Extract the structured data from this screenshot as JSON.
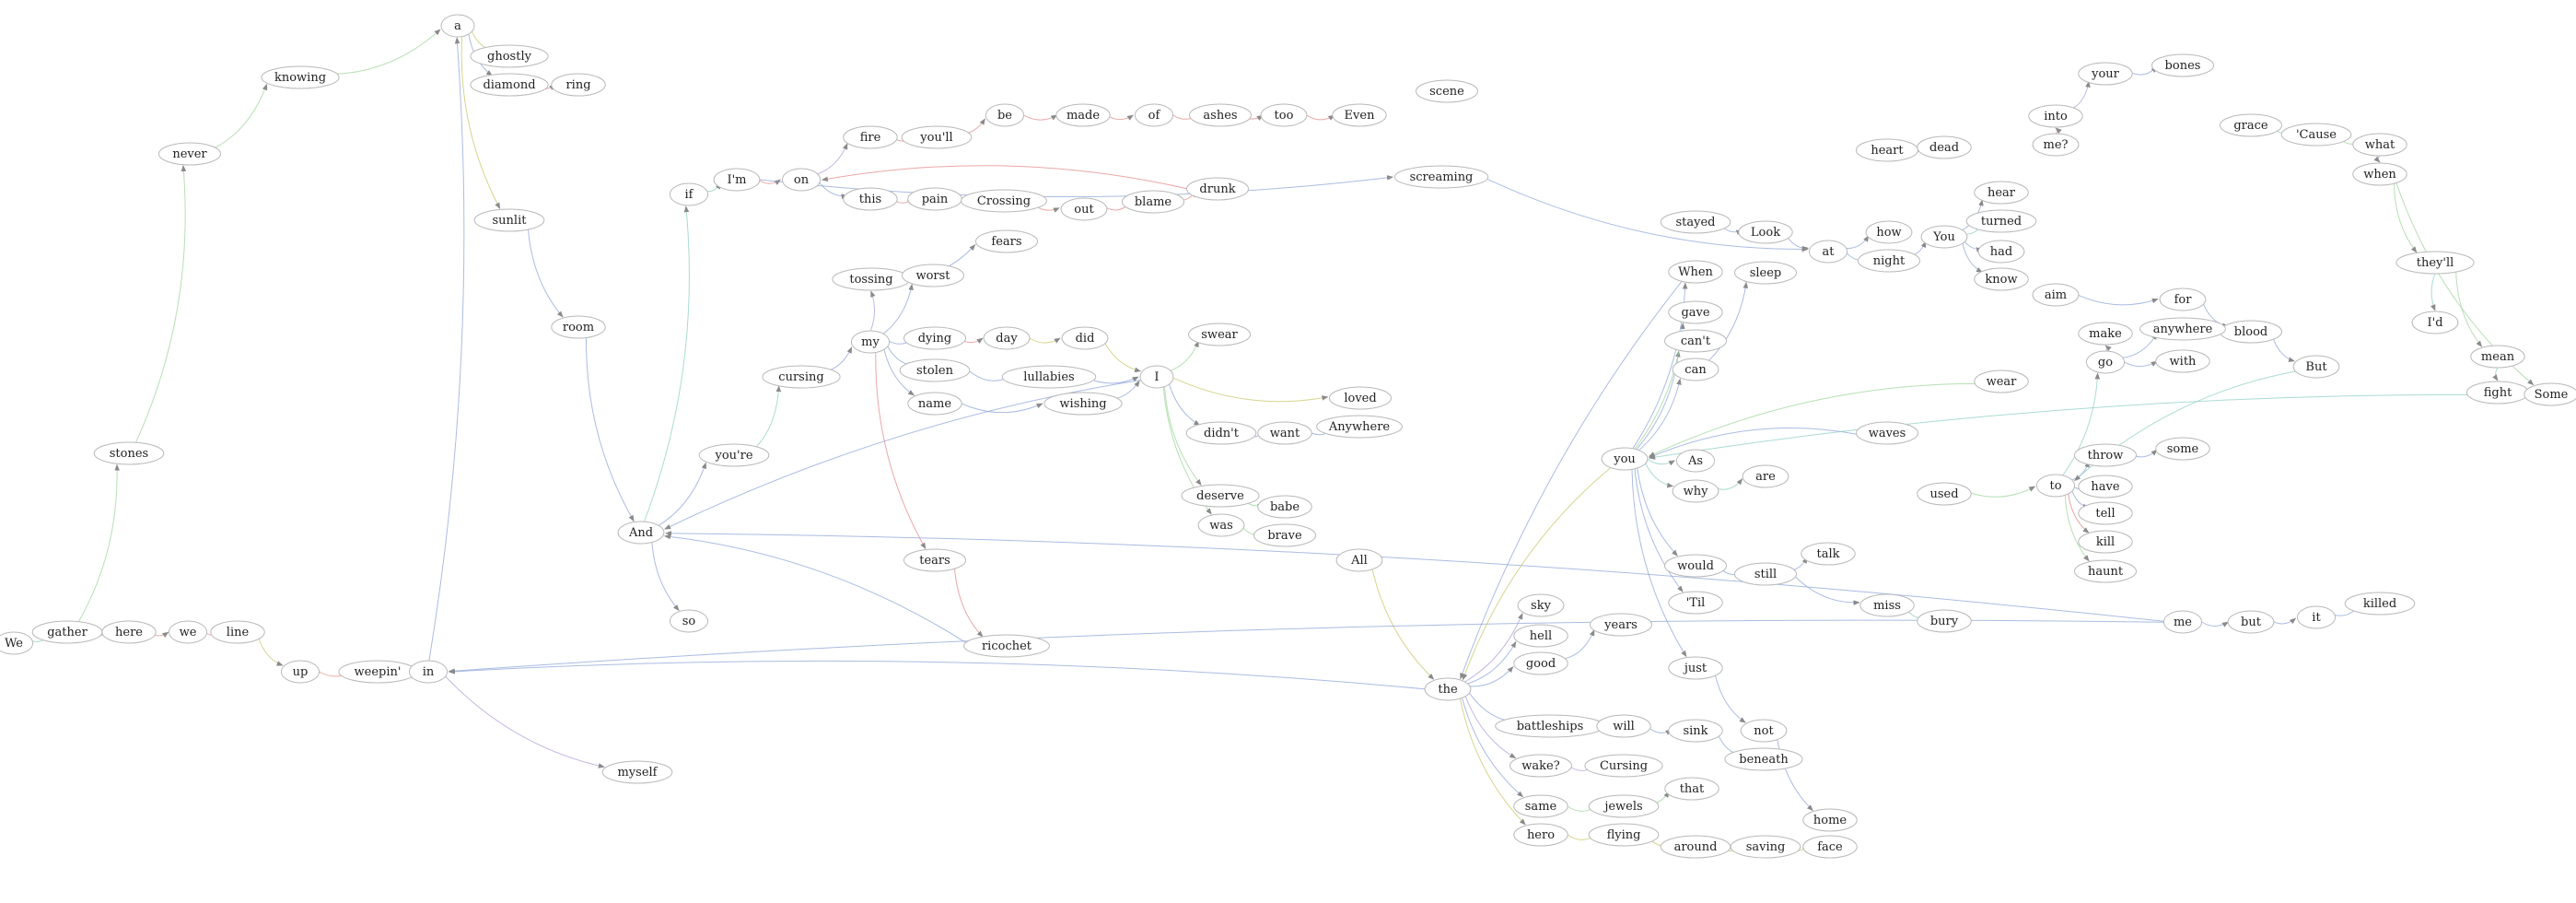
{
  "nodes": [
    {
      "id": "We",
      "label": "We"
    },
    {
      "id": "gather",
      "label": "gather"
    },
    {
      "id": "here",
      "label": "here"
    },
    {
      "id": "we",
      "label": "we"
    },
    {
      "id": "line",
      "label": "line"
    },
    {
      "id": "up",
      "label": "up"
    },
    {
      "id": "weepin",
      "label": "weepin'"
    },
    {
      "id": "in",
      "label": "in"
    },
    {
      "id": "myself",
      "label": "myself"
    },
    {
      "id": "stones",
      "label": "stones"
    },
    {
      "id": "never",
      "label": "never"
    },
    {
      "id": "knowing",
      "label": "knowing"
    },
    {
      "id": "a",
      "label": "a"
    },
    {
      "id": "ghostly",
      "label": "ghostly"
    },
    {
      "id": "diamond",
      "label": "diamond"
    },
    {
      "id": "ring",
      "label": "ring"
    },
    {
      "id": "sunlit",
      "label": "sunlit"
    },
    {
      "id": "room",
      "label": "room"
    },
    {
      "id": "And",
      "label": "And"
    },
    {
      "id": "so",
      "label": "so"
    },
    {
      "id": "if",
      "label": "if"
    },
    {
      "id": "Im",
      "label": "I'm"
    },
    {
      "id": "on",
      "label": "on"
    },
    {
      "id": "fire",
      "label": "fire"
    },
    {
      "id": "youll",
      "label": "you'll"
    },
    {
      "id": "be",
      "label": "be"
    },
    {
      "id": "made",
      "label": "made"
    },
    {
      "id": "of",
      "label": "of"
    },
    {
      "id": "ashes",
      "label": "ashes"
    },
    {
      "id": "too",
      "label": "too"
    },
    {
      "id": "Even",
      "label": "Even"
    },
    {
      "id": "scene",
      "label": "scene"
    },
    {
      "id": "screaming",
      "label": "screaming"
    },
    {
      "id": "this",
      "label": "this"
    },
    {
      "id": "pain",
      "label": "pain"
    },
    {
      "id": "Crossing",
      "label": "Crossing"
    },
    {
      "id": "out",
      "label": "out"
    },
    {
      "id": "blame",
      "label": "blame"
    },
    {
      "id": "drunk",
      "label": "drunk"
    },
    {
      "id": "fears",
      "label": "fears"
    },
    {
      "id": "tossing",
      "label": "tossing"
    },
    {
      "id": "worst",
      "label": "worst"
    },
    {
      "id": "my",
      "label": "my"
    },
    {
      "id": "dying",
      "label": "dying"
    },
    {
      "id": "day",
      "label": "day"
    },
    {
      "id": "did",
      "label": "did"
    },
    {
      "id": "swear",
      "label": "swear"
    },
    {
      "id": "stolen",
      "label": "stolen"
    },
    {
      "id": "lullabies",
      "label": "lullabies"
    },
    {
      "id": "I",
      "label": "I"
    },
    {
      "id": "cursing",
      "label": "cursing"
    },
    {
      "id": "name",
      "label": "name"
    },
    {
      "id": "wishing",
      "label": "wishing"
    },
    {
      "id": "loved",
      "label": "loved"
    },
    {
      "id": "didnt",
      "label": "didn't"
    },
    {
      "id": "want",
      "label": "want"
    },
    {
      "id": "Anywhere",
      "label": "Anywhere"
    },
    {
      "id": "youre",
      "label": "you're"
    },
    {
      "id": "deserve",
      "label": "deserve"
    },
    {
      "id": "babe",
      "label": "babe"
    },
    {
      "id": "was",
      "label": "was"
    },
    {
      "id": "brave",
      "label": "brave"
    },
    {
      "id": "tears",
      "label": "tears"
    },
    {
      "id": "All",
      "label": "All"
    },
    {
      "id": "ricochet",
      "label": "ricochet"
    },
    {
      "id": "the",
      "label": "the"
    },
    {
      "id": "sky",
      "label": "sky"
    },
    {
      "id": "hell",
      "label": "hell"
    },
    {
      "id": "good",
      "label": "good"
    },
    {
      "id": "years",
      "label": "years"
    },
    {
      "id": "battleships",
      "label": "battleships"
    },
    {
      "id": "will",
      "label": "will"
    },
    {
      "id": "sink",
      "label": "sink"
    },
    {
      "id": "beneath",
      "label": "beneath"
    },
    {
      "id": "wake",
      "label": "wake?"
    },
    {
      "id": "Cursing",
      "label": "Cursing"
    },
    {
      "id": "same",
      "label": "same"
    },
    {
      "id": "jewels",
      "label": "jewels"
    },
    {
      "id": "that",
      "label": "that"
    },
    {
      "id": "hero",
      "label": "hero"
    },
    {
      "id": "flying",
      "label": "flying"
    },
    {
      "id": "around",
      "label": "around"
    },
    {
      "id": "saving",
      "label": "saving"
    },
    {
      "id": "face",
      "label": "face"
    },
    {
      "id": "home",
      "label": "home"
    },
    {
      "id": "not",
      "label": "not"
    },
    {
      "id": "just",
      "label": "just"
    },
    {
      "id": "Til",
      "label": "'Til"
    },
    {
      "id": "would",
      "label": "would"
    },
    {
      "id": "still",
      "label": "still"
    },
    {
      "id": "talk",
      "label": "talk"
    },
    {
      "id": "miss",
      "label": "miss"
    },
    {
      "id": "bury",
      "label": "bury"
    },
    {
      "id": "you",
      "label": "you"
    },
    {
      "id": "As",
      "label": "As"
    },
    {
      "id": "why",
      "label": "why"
    },
    {
      "id": "are",
      "label": "are"
    },
    {
      "id": "can",
      "label": "can"
    },
    {
      "id": "cant",
      "label": "can't"
    },
    {
      "id": "gave",
      "label": "gave"
    },
    {
      "id": "When",
      "label": "When"
    },
    {
      "id": "stayed",
      "label": "stayed"
    },
    {
      "id": "Look",
      "label": "Look"
    },
    {
      "id": "at",
      "label": "at"
    },
    {
      "id": "sleep",
      "label": "sleep"
    },
    {
      "id": "how",
      "label": "how"
    },
    {
      "id": "night",
      "label": "night"
    },
    {
      "id": "You",
      "label": "You"
    },
    {
      "id": "hear",
      "label": "hear"
    },
    {
      "id": "turned",
      "label": "turned"
    },
    {
      "id": "had",
      "label": "had"
    },
    {
      "id": "know",
      "label": "know"
    },
    {
      "id": "heart",
      "label": "heart"
    },
    {
      "id": "dead",
      "label": "dead"
    },
    {
      "id": "your",
      "label": "your"
    },
    {
      "id": "bones",
      "label": "bones"
    },
    {
      "id": "into",
      "label": "into"
    },
    {
      "id": "me_q",
      "label": "me?"
    },
    {
      "id": "aim",
      "label": "aim"
    },
    {
      "id": "for",
      "label": "for"
    },
    {
      "id": "blood",
      "label": "blood"
    },
    {
      "id": "But",
      "label": "But"
    },
    {
      "id": "make",
      "label": "make"
    },
    {
      "id": "anywhere",
      "label": "anywhere"
    },
    {
      "id": "go",
      "label": "go"
    },
    {
      "id": "with",
      "label": "with"
    },
    {
      "id": "wear",
      "label": "wear"
    },
    {
      "id": "waves",
      "label": "waves"
    },
    {
      "id": "used",
      "label": "used"
    },
    {
      "id": "to",
      "label": "to"
    },
    {
      "id": "throw",
      "label": "throw"
    },
    {
      "id": "some",
      "label": "some"
    },
    {
      "id": "have",
      "label": "have"
    },
    {
      "id": "tell",
      "label": "tell"
    },
    {
      "id": "kill",
      "label": "kill"
    },
    {
      "id": "haunt",
      "label": "haunt"
    },
    {
      "id": "me",
      "label": "me"
    },
    {
      "id": "but",
      "label": "but"
    },
    {
      "id": "it",
      "label": "it"
    },
    {
      "id": "killed",
      "label": "killed"
    },
    {
      "id": "grace",
      "label": "grace"
    },
    {
      "id": "Cause",
      "label": "'Cause"
    },
    {
      "id": "what",
      "label": "what"
    },
    {
      "id": "when",
      "label": "when"
    },
    {
      "id": "theyll",
      "label": "they'll"
    },
    {
      "id": "Id",
      "label": "I'd"
    },
    {
      "id": "mean",
      "label": "mean"
    },
    {
      "id": "fight",
      "label": "fight"
    },
    {
      "id": "Some",
      "label": "Some"
    }
  ],
  "edges": [
    [
      "We",
      "gather",
      "#8fcfc4"
    ],
    [
      "gather",
      "here",
      "#e48a8a"
    ],
    [
      "here",
      "we",
      "#e48a8a"
    ],
    [
      "we",
      "line",
      "#e48a8a"
    ],
    [
      "line",
      "up",
      "#c9c56a"
    ],
    [
      "up",
      "weepin",
      "#e48a8a"
    ],
    [
      "weepin",
      "in",
      "#e48a8a"
    ],
    [
      "in",
      "myself",
      "#b39ddb"
    ],
    [
      "in",
      "a",
      "#8fa6d8"
    ],
    [
      "gather",
      "stones",
      "#9ed49a"
    ],
    [
      "stones",
      "never",
      "#9ed49a"
    ],
    [
      "never",
      "knowing",
      "#9ed49a"
    ],
    [
      "knowing",
      "a",
      "#9ed49a"
    ],
    [
      "a",
      "ghostly",
      "#c9c56a"
    ],
    [
      "a",
      "diamond",
      "#8fa6d8"
    ],
    [
      "diamond",
      "ring",
      "#e48a8a"
    ],
    [
      "a",
      "sunlit",
      "#c9c56a"
    ],
    [
      "sunlit",
      "room",
      "#8fa6d8"
    ],
    [
      "room",
      "And",
      "#8fa6d8"
    ],
    [
      "And",
      "so",
      "#8fa6d8"
    ],
    [
      "And",
      "if",
      "#8fcfc4"
    ],
    [
      "if",
      "Im",
      "#8fcfc4"
    ],
    [
      "Im",
      "on",
      "#e48a8a"
    ],
    [
      "on",
      "fire",
      "#b39ddb"
    ],
    [
      "fire",
      "youll",
      "#e48a8a"
    ],
    [
      "youll",
      "be",
      "#e48a8a"
    ],
    [
      "be",
      "made",
      "#e48a8a"
    ],
    [
      "made",
      "of",
      "#e48a8a"
    ],
    [
      "of",
      "ashes",
      "#e48a8a"
    ],
    [
      "ashes",
      "too",
      "#e48a8a"
    ],
    [
      "too",
      "Even",
      "#e48a8a"
    ],
    [
      "on",
      "this",
      "#8fa6d8"
    ],
    [
      "this",
      "pain",
      "#e48a8a"
    ],
    [
      "pain",
      "Crossing",
      "#e48a8a"
    ],
    [
      "Crossing",
      "out",
      "#e48a8a"
    ],
    [
      "out",
      "blame",
      "#e48a8a"
    ],
    [
      "blame",
      "drunk",
      "#e48a8a"
    ],
    [
      "drunk",
      "on",
      "#e48a8a"
    ],
    [
      "Im",
      "screaming",
      "#8fa6d8"
    ],
    [
      "screaming",
      "at",
      "#8fa6d8"
    ],
    [
      "And",
      "youre",
      "#8fa6d8"
    ],
    [
      "youre",
      "cursing",
      "#8fcfc4"
    ],
    [
      "cursing",
      "my",
      "#8fa6d8"
    ],
    [
      "my",
      "worst",
      "#8fa6d8"
    ],
    [
      "my",
      "tossing",
      "#b39ddb"
    ],
    [
      "tossing",
      "fears",
      "#8fa6d8"
    ],
    [
      "my",
      "dying",
      "#8fa6d8"
    ],
    [
      "dying",
      "day",
      "#e48a8a"
    ],
    [
      "day",
      "did",
      "#c9c56a"
    ],
    [
      "did",
      "I",
      "#c9c56a"
    ],
    [
      "my",
      "stolen",
      "#8fa6d8"
    ],
    [
      "stolen",
      "lullabies",
      "#8fa6d8"
    ],
    [
      "lullabies",
      "I",
      "#8fa6d8"
    ],
    [
      "my",
      "name",
      "#8fa6d8"
    ],
    [
      "name",
      "wishing",
      "#8fa6d8"
    ],
    [
      "wishing",
      "I",
      "#8fa6d8"
    ],
    [
      "I",
      "swear",
      "#9ed49a"
    ],
    [
      "I",
      "loved",
      "#c9c56a"
    ],
    [
      "I",
      "didnt",
      "#8fa6d8"
    ],
    [
      "didnt",
      "want",
      "#8fa6d8"
    ],
    [
      "want",
      "Anywhere",
      "#8fa6d8"
    ],
    [
      "I",
      "deserve",
      "#9ed49a"
    ],
    [
      "deserve",
      "babe",
      "#9ed49a"
    ],
    [
      "I",
      "was",
      "#9ed49a"
    ],
    [
      "was",
      "brave",
      "#9ed49a"
    ],
    [
      "I",
      "And",
      "#8fa6d8"
    ],
    [
      "my",
      "tears",
      "#e48a8a"
    ],
    [
      "tears",
      "ricochet",
      "#e48a8a"
    ],
    [
      "ricochet",
      "And",
      "#8fa6d8"
    ],
    [
      "All",
      "the",
      "#c9c56a"
    ],
    [
      "the",
      "sky",
      "#b39ddb"
    ],
    [
      "the",
      "hell",
      "#8fa6d8"
    ],
    [
      "the",
      "good",
      "#8fa6d8"
    ],
    [
      "good",
      "years",
      "#8fa6d8"
    ],
    [
      "the",
      "battleships",
      "#8fa6d8"
    ],
    [
      "battleships",
      "will",
      "#8fa6d8"
    ],
    [
      "will",
      "sink",
      "#8fa6d8"
    ],
    [
      "sink",
      "beneath",
      "#8fa6d8"
    ],
    [
      "the",
      "wake",
      "#b39ddb"
    ],
    [
      "wake",
      "Cursing",
      "#b39ddb"
    ],
    [
      "the",
      "same",
      "#8fa6d8"
    ],
    [
      "same",
      "jewels",
      "#9ed49a"
    ],
    [
      "jewels",
      "that",
      "#9ed49a"
    ],
    [
      "the",
      "hero",
      "#c9c56a"
    ],
    [
      "hero",
      "flying",
      "#c9c56a"
    ],
    [
      "flying",
      "around",
      "#c9c56a"
    ],
    [
      "around",
      "saving",
      "#c9c56a"
    ],
    [
      "saving",
      "face",
      "#c9c56a"
    ],
    [
      "just",
      "not",
      "#8fa6d8"
    ],
    [
      "not",
      "home",
      "#8fa6d8"
    ],
    [
      "you",
      "just",
      "#8fa6d8"
    ],
    [
      "you",
      "Til",
      "#8fa6d8"
    ],
    [
      "you",
      "would",
      "#8fa6d8"
    ],
    [
      "would",
      "still",
      "#8fa6d8"
    ],
    [
      "still",
      "talk",
      "#8fa6d8"
    ],
    [
      "still",
      "miss",
      "#8fa6d8"
    ],
    [
      "miss",
      "bury",
      "#8fcfc4"
    ],
    [
      "you",
      "As",
      "#8fcfc4"
    ],
    [
      "you",
      "why",
      "#8fcfc4"
    ],
    [
      "why",
      "are",
      "#8fcfc4"
    ],
    [
      "you",
      "can",
      "#8fa6d8"
    ],
    [
      "you",
      "cant",
      "#8fa6d8"
    ],
    [
      "you",
      "gave",
      "#9ed49a"
    ],
    [
      "you",
      "When",
      "#8fa6d8"
    ],
    [
      "can",
      "sleep",
      "#8fa6d8"
    ],
    [
      "stayed",
      "Look",
      "#8fa6d8"
    ],
    [
      "Look",
      "at",
      "#8fa6d8"
    ],
    [
      "at",
      "how",
      "#8fa6d8"
    ],
    [
      "at",
      "night",
      "#8fa6d8"
    ],
    [
      "night",
      "You",
      "#8fa6d8"
    ],
    [
      "You",
      "hear",
      "#8fa6d8"
    ],
    [
      "You",
      "turned",
      "#8fcfc4"
    ],
    [
      "You",
      "had",
      "#8fa6d8"
    ],
    [
      "You",
      "know",
      "#8fa6d8"
    ],
    [
      "heart",
      "dead",
      "#8fa6d8"
    ],
    [
      "your",
      "bones",
      "#8fa6d8"
    ],
    [
      "into",
      "your",
      "#b39ddb"
    ],
    [
      "me_q",
      "into",
      "#e48a8a"
    ],
    [
      "aim",
      "for",
      "#8fa6d8"
    ],
    [
      "for",
      "blood",
      "#8fa6d8"
    ],
    [
      "blood",
      "But",
      "#8fa6d8"
    ],
    [
      "go",
      "make",
      "#8fa6d8"
    ],
    [
      "go",
      "anywhere",
      "#8fa6d8"
    ],
    [
      "go",
      "with",
      "#8fa6d8"
    ],
    [
      "to",
      "go",
      "#8fcfc4"
    ],
    [
      "waves",
      "you",
      "#8fa6d8"
    ],
    [
      "used",
      "to",
      "#9ed49a"
    ],
    [
      "to",
      "throw",
      "#8fa6d8"
    ],
    [
      "throw",
      "some",
      "#8fa6d8"
    ],
    [
      "to",
      "have",
      "#8fa6d8"
    ],
    [
      "to",
      "tell",
      "#8fa6d8"
    ],
    [
      "to",
      "kill",
      "#e48a8a"
    ],
    [
      "to",
      "haunt",
      "#9ed49a"
    ],
    [
      "me",
      "but",
      "#8fa6d8"
    ],
    [
      "but",
      "it",
      "#8fa6d8"
    ],
    [
      "it",
      "killed",
      "#8fa6d8"
    ],
    [
      "grace",
      "Cause",
      "#8fcfc4"
    ],
    [
      "Cause",
      "what",
      "#9ed49a"
    ],
    [
      "what",
      "when",
      "#8fa6d8"
    ],
    [
      "when",
      "theyll",
      "#9ed49a"
    ],
    [
      "theyll",
      "Id",
      "#8fcfc4"
    ],
    [
      "theyll",
      "mean",
      "#9ed49a"
    ],
    [
      "mean",
      "fight",
      "#8fcfc4"
    ],
    [
      "when",
      "Some",
      "#9ed49a"
    ],
    [
      "wear",
      "you",
      "#9ed49a"
    ],
    [
      "When",
      "the",
      "#8fa6d8"
    ],
    [
      "the",
      "in",
      "#8fa6d8"
    ],
    [
      "Some",
      "you",
      "#8fcfc4"
    ],
    [
      "But",
      "to",
      "#8fcfc4"
    ],
    [
      "me",
      "in",
      "#8fa6d8"
    ],
    [
      "me",
      "And",
      "#8fa6d8"
    ],
    [
      "you",
      "the",
      "#c9c56a"
    ]
  ]
}
